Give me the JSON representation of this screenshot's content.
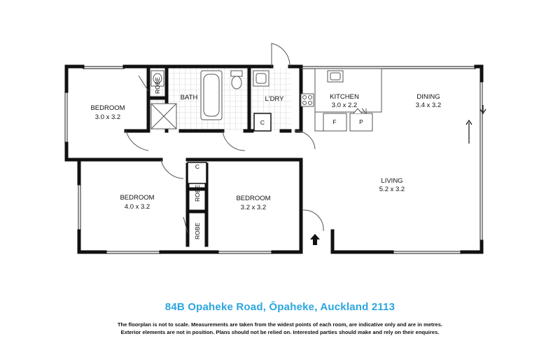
{
  "rooms": {
    "bedroom1": {
      "name": "BEDROOM",
      "size": "3.0 x 3.2"
    },
    "bath": {
      "name": "BATH"
    },
    "laundry": {
      "name": "L'DRY"
    },
    "kitchen": {
      "name": "KITCHEN",
      "size": "3.0 x 2.2"
    },
    "dining": {
      "name": "DINING",
      "size": "3.4 x 3.2"
    },
    "bedroom2": {
      "name": "BEDROOM",
      "size": "4.0 x 3.2"
    },
    "bedroom3": {
      "name": "BEDROOM",
      "size": "3.2 x 3.2"
    },
    "living": {
      "name": "LIVING",
      "size": "5.2 x 3.2"
    }
  },
  "fixtures": {
    "robe": "ROBE",
    "cupboard": "C",
    "fridge": "F",
    "pantry": "P"
  },
  "address": "84B Opaheke Road, Ōpaheke, Auckland 2113",
  "disclaimer": [
    "The floorplan is not to scale. Measurements are taken from the widest points of each room, are indicative only and are in metres.",
    "Exterior elements are not in position. Plans should not be relied on. Interested parties should make and rely on their enquires."
  ]
}
